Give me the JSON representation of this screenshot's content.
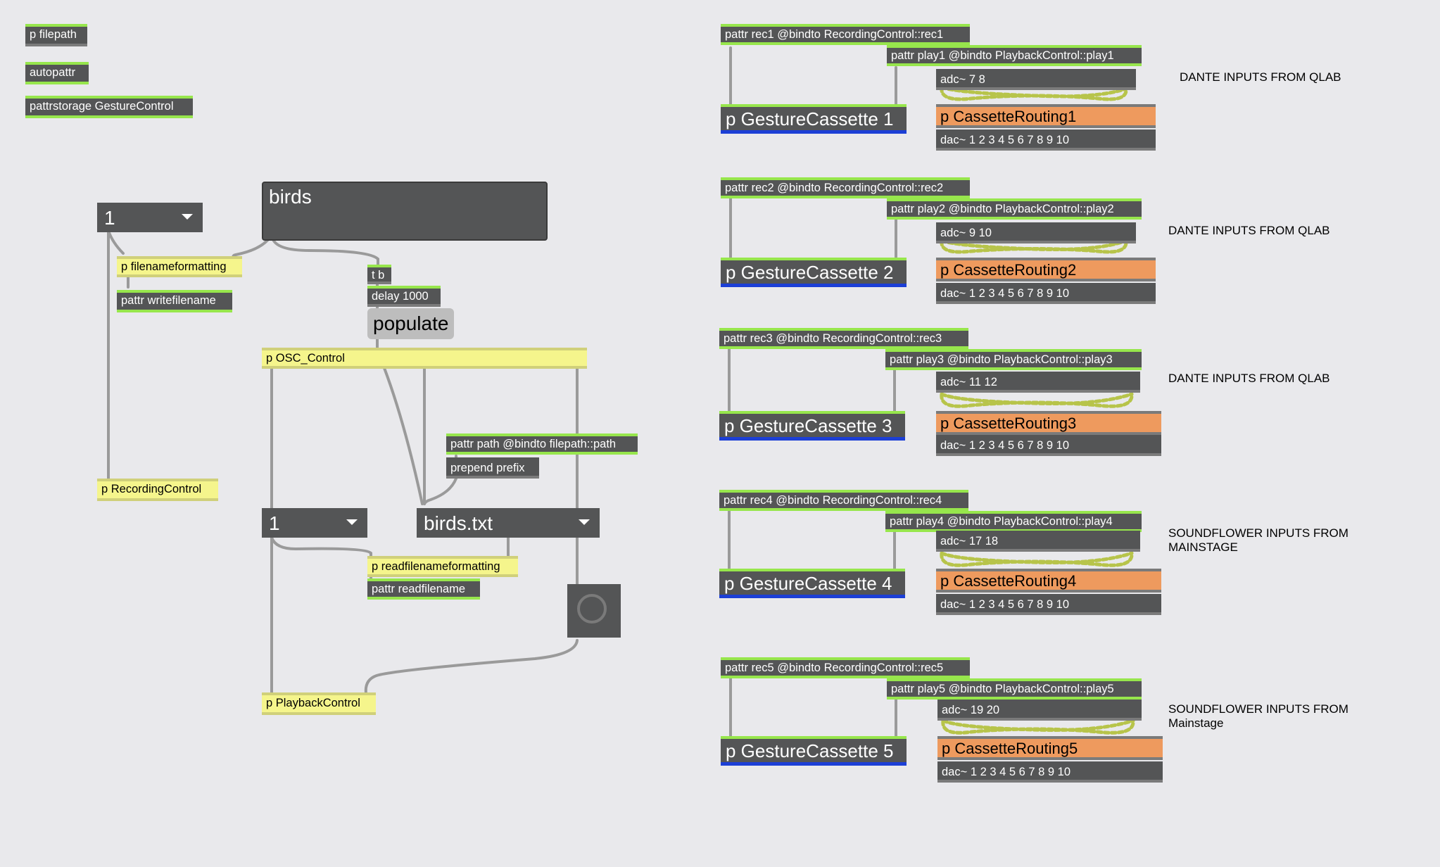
{
  "left": {
    "p_filepath": "p filepath",
    "autopattr": "autopattr",
    "pattrstorage": "pattrstorage GestureControl",
    "number_menu_1": "1",
    "birds_textbox": "birds",
    "p_filenameformatting": "p filenameformatting",
    "pattr_writefilename": "pattr writefilename",
    "t_b": "t b",
    "delay": "delay 1000",
    "populate": "populate",
    "p_osc_control": "p OSC_Control",
    "pattr_path": "pattr path @bindto filepath::path",
    "prepend_prefix": "prepend prefix",
    "p_recordingcontrol": "p RecordingControl",
    "number_menu_2": "1",
    "birds_txt_menu": "birds.txt",
    "p_readfilenameformatting": "p readfilenameformatting",
    "pattr_readfilename": "pattr readfilename",
    "p_playbackcontrol": "p PlaybackControl"
  },
  "cassettes": [
    {
      "rec": "pattr rec1 @bindto RecordingControl::rec1",
      "play": "pattr play1 @bindto PlaybackControl::play1",
      "adc": "adc~ 7 8",
      "gesture": "p GestureCassette 1",
      "routing": "p CassetteRouting1",
      "dac": "dac~ 1 2 3 4 5 6 7 8 9 10",
      "comment": "DANTE INPUTS FROM QLAB"
    },
    {
      "rec": "pattr rec2 @bindto RecordingControl::rec2",
      "play": "pattr play2 @bindto PlaybackControl::play2",
      "adc": "adc~ 9 10",
      "gesture": "p GestureCassette 2",
      "routing": "p CassetteRouting2",
      "dac": "dac~ 1 2 3 4 5 6 7 8 9 10",
      "comment": "DANTE INPUTS FROM QLAB"
    },
    {
      "rec": "pattr rec3 @bindto RecordingControl::rec3",
      "play": "pattr play3 @bindto PlaybackControl::play3",
      "adc": "adc~ 11 12",
      "gesture": "p GestureCassette 3",
      "routing": "p CassetteRouting3",
      "dac": "dac~ 1 2 3 4 5 6 7 8 9 10",
      "comment": "DANTE INPUTS FROM QLAB"
    },
    {
      "rec": "pattr rec4 @bindto RecordingControl::rec4",
      "play": "pattr play4 @bindto PlaybackControl::play4",
      "adc": "adc~ 17 18",
      "gesture": "p GestureCassette 4",
      "routing": "p CassetteRouting4",
      "dac": "dac~ 1 2 3 4 5 6 7 8 9 10",
      "comment_line1": "SOUNDFLOWER INPUTS FROM",
      "comment_line2": "MAINSTAGE"
    },
    {
      "rec": "pattr rec5 @bindto RecordingControl::rec5",
      "play": "pattr play5 @bindto PlaybackControl::play5",
      "adc": "adc~ 19 20",
      "gesture": "p GestureCassette 5",
      "routing": "p CassetteRouting5",
      "dac": "dac~ 1 2 3 4 5 6 7 8 9 10",
      "comment_line1": "SOUNDFLOWER INPUTS FROM",
      "comment_line2": "Mainstage"
    }
  ],
  "colors": {
    "background": "#e9e9ec",
    "object": "#545556",
    "accent_green": "#97e64c",
    "subpatch_yellow": "#f5f58c",
    "routing_orange": "#ee9a5e",
    "gesture_blue": "#1c3fd6"
  }
}
